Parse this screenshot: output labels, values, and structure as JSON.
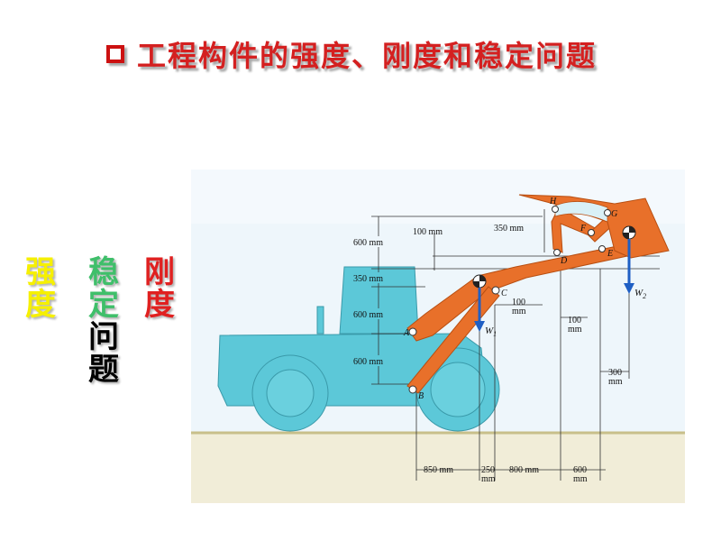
{
  "title": "工程构件的强度、刚度和稳定问题",
  "labels": {
    "strength": [
      "强",
      "度"
    ],
    "stability_a": [
      "稳",
      "定"
    ],
    "stability_b": [
      "问",
      "题"
    ],
    "stiffness": [
      "刚",
      "度"
    ]
  },
  "colors": {
    "title": "#d42020",
    "strength": "#f6f000",
    "stability": "#3fbf6a",
    "stiffness": "#e02020",
    "loader_body": "#5cc8d8",
    "arm": "#e8702a",
    "load_arrow": "#1f5fc4"
  },
  "diagram": {
    "vertical_dims": [
      "600 mm",
      "350 mm",
      "600 mm",
      "600 mm"
    ],
    "top_dims": [
      "100 mm",
      "350 mm"
    ],
    "mid_dims": {
      "c_offset": "100",
      "c_offset_unit": "mm",
      "e_offset": "100",
      "e_offset_unit": "mm",
      "w2_offset": "300",
      "w2_offset_unit": "mm"
    },
    "bottom_dims": [
      "850 mm",
      "250",
      "mm",
      "800 mm",
      "600",
      "mm"
    ],
    "points": [
      "A",
      "B",
      "C",
      "D",
      "E",
      "F",
      "G",
      "H"
    ],
    "loads": {
      "w1": "W",
      "w1_sub": "1",
      "w2": "W",
      "w2_sub": "2"
    }
  }
}
